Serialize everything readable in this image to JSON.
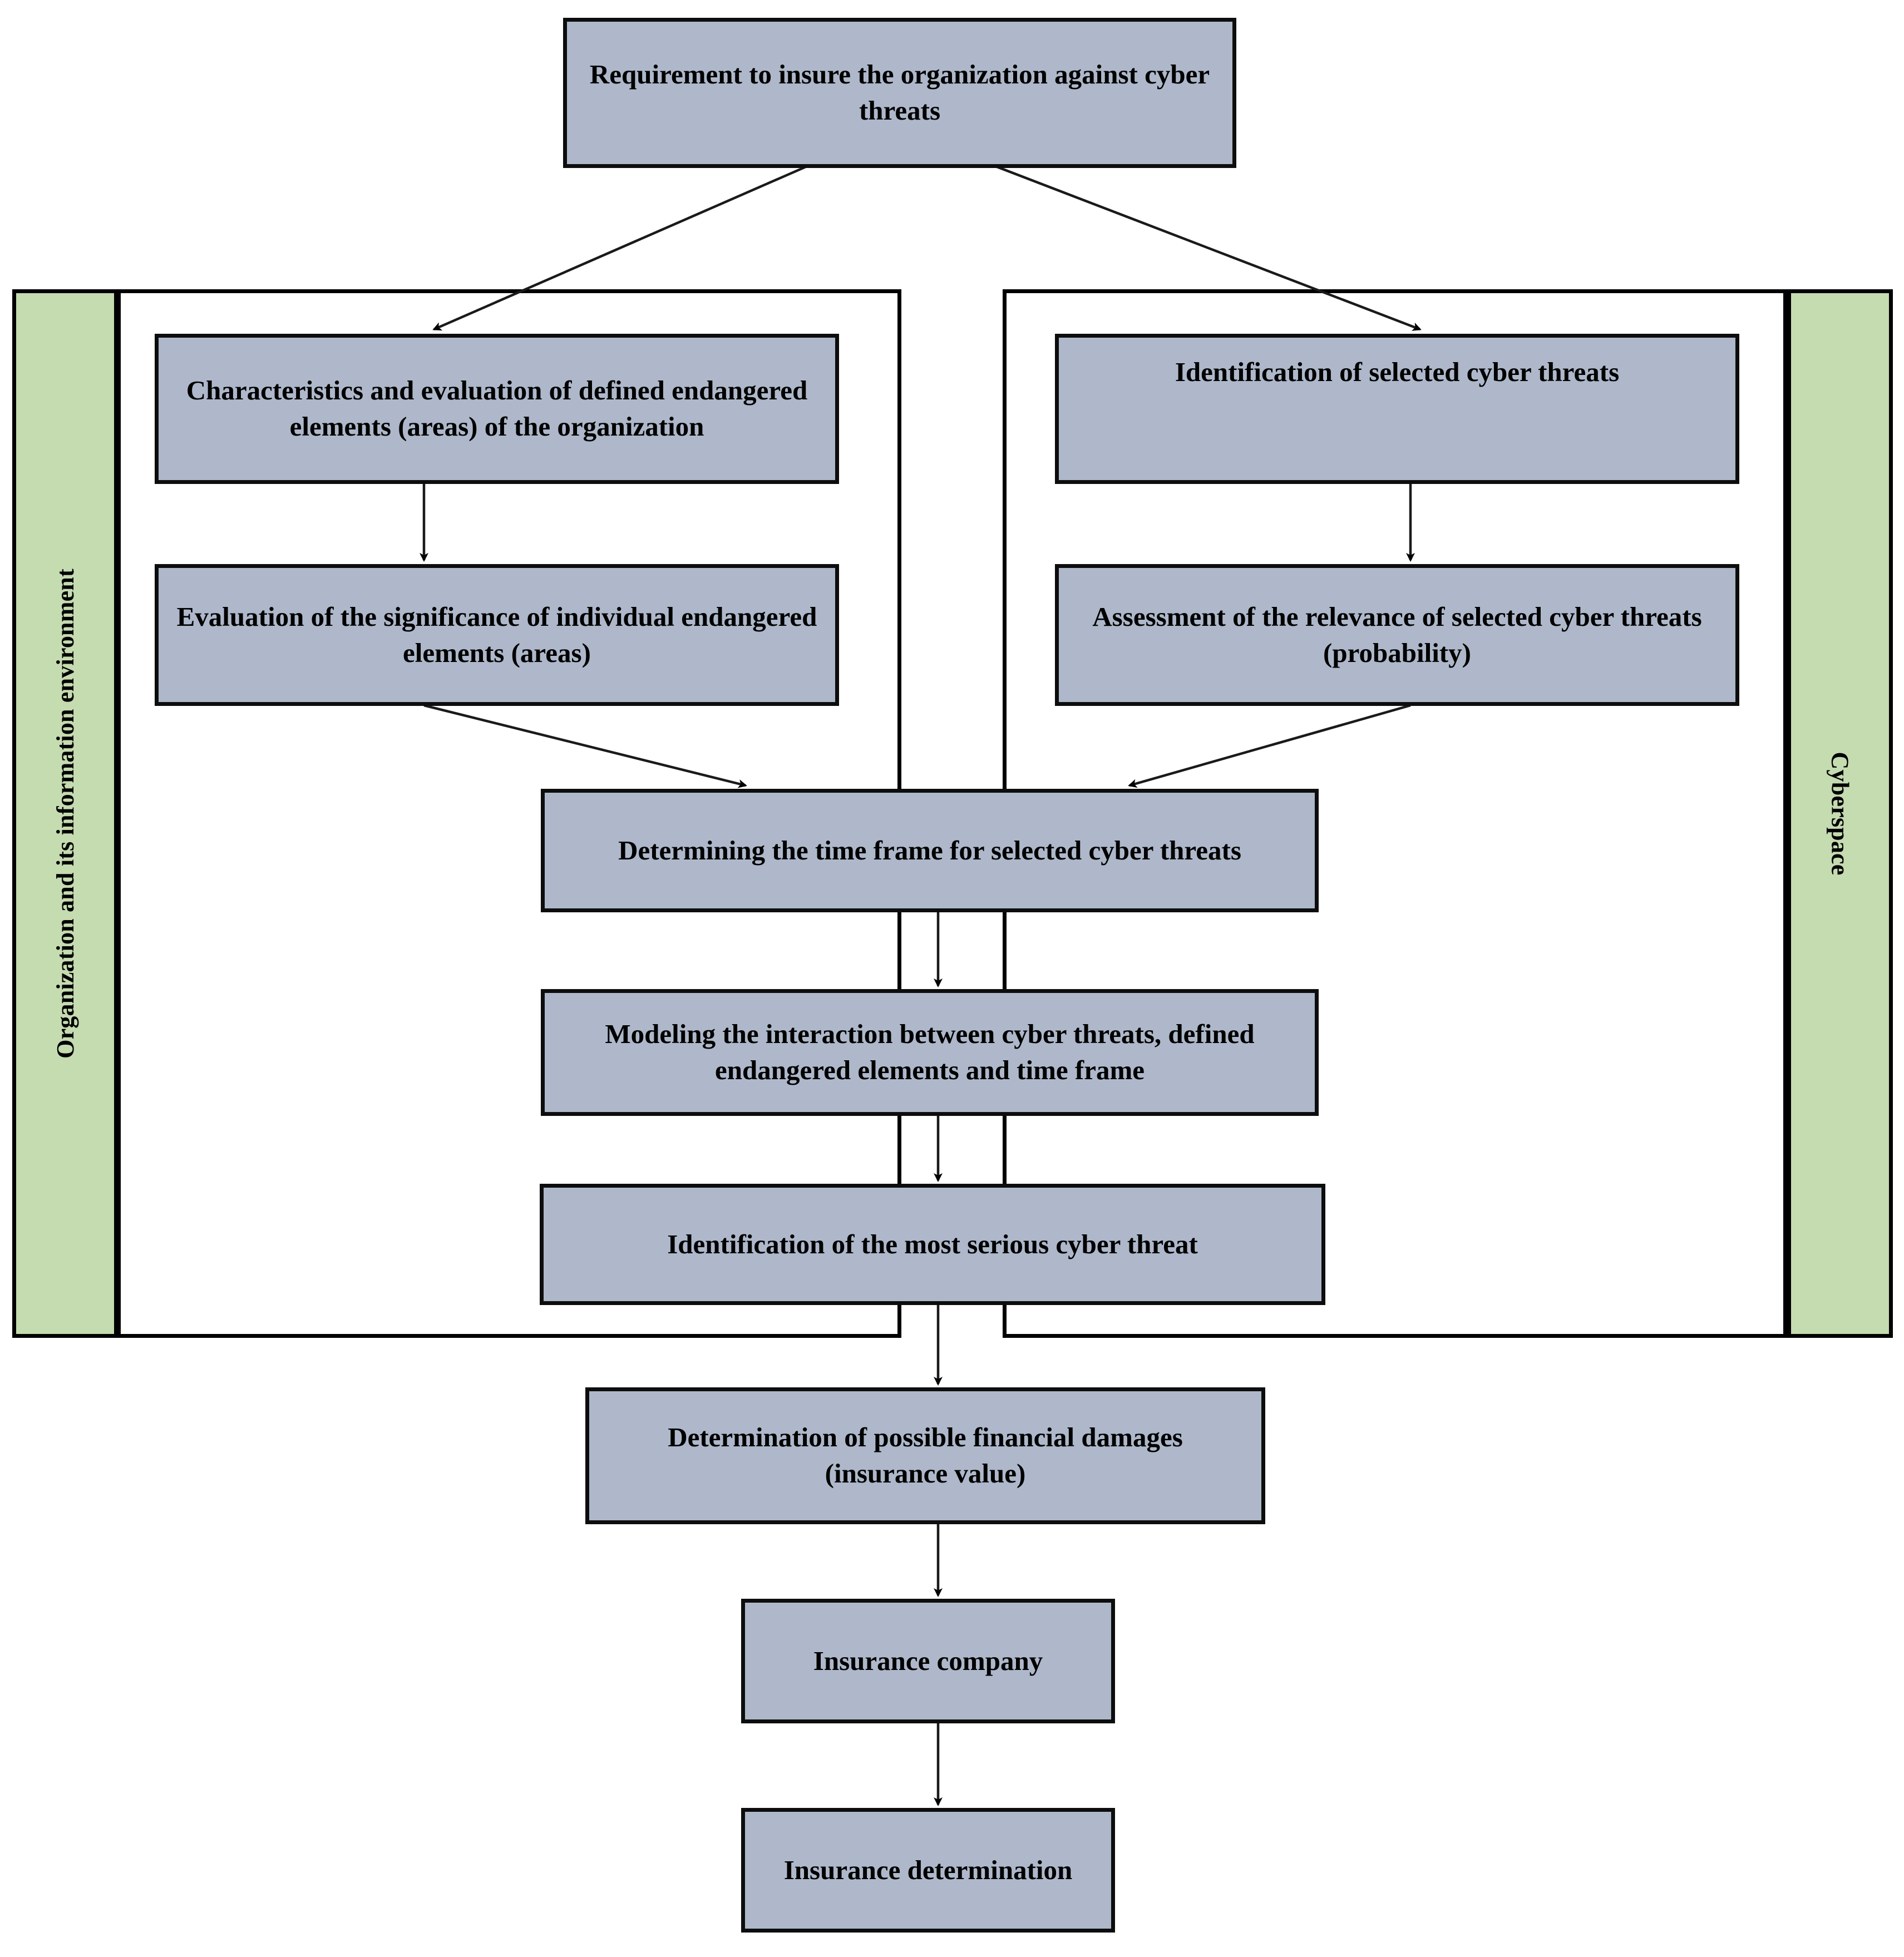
{
  "diagram": {
    "title_node": {
      "id": "requirement",
      "label": "Requirement to insure the organization against cyber threats"
    },
    "lanes": [
      {
        "id": "lane-organization",
        "label": "Organization and its information environment",
        "side": "left"
      },
      {
        "id": "lane-cyberspace",
        "label": "Cyberspace",
        "side": "right"
      }
    ],
    "nodes": [
      {
        "id": "characteristics",
        "label": "Characteristics and evaluation of defined endangered elements (areas) of the organization"
      },
      {
        "id": "identification-threats",
        "label": "Identification of selected cyber threats"
      },
      {
        "id": "evaluation-significance",
        "label": "Evaluation of the significance of individual endangered elements (areas)"
      },
      {
        "id": "assessment-relevance",
        "label": "Assessment of the relevance of selected cyber threats (probability)"
      },
      {
        "id": "time-frame",
        "label": "Determining the time frame for selected cyber threats"
      },
      {
        "id": "modeling",
        "label": "Modeling the interaction between cyber threats, defined endangered elements and time frame"
      },
      {
        "id": "most-serious",
        "label": "Identification of the most serious cyber threat"
      },
      {
        "id": "financial-damages",
        "label": "Determination of possible financial damages (insurance value)"
      },
      {
        "id": "insurance-company",
        "label": "Insurance company"
      },
      {
        "id": "insurance-determination",
        "label": "Insurance determination"
      }
    ],
    "colors": {
      "node_fill": "#aeb8ca",
      "lane_fill": "#c5dbb0",
      "stroke": "#000000",
      "background": "#ffffff"
    },
    "edges": [
      {
        "from": "requirement",
        "to": "characteristics"
      },
      {
        "from": "requirement",
        "to": "identification-threats"
      },
      {
        "from": "characteristics",
        "to": "evaluation-significance"
      },
      {
        "from": "identification-threats",
        "to": "assessment-relevance"
      },
      {
        "from": "evaluation-significance",
        "to": "time-frame"
      },
      {
        "from": "assessment-relevance",
        "to": "time-frame"
      },
      {
        "from": "time-frame",
        "to": "modeling"
      },
      {
        "from": "modeling",
        "to": "most-serious"
      },
      {
        "from": "most-serious",
        "to": "financial-damages"
      },
      {
        "from": "financial-damages",
        "to": "insurance-company"
      },
      {
        "from": "insurance-company",
        "to": "insurance-determination"
      }
    ]
  }
}
